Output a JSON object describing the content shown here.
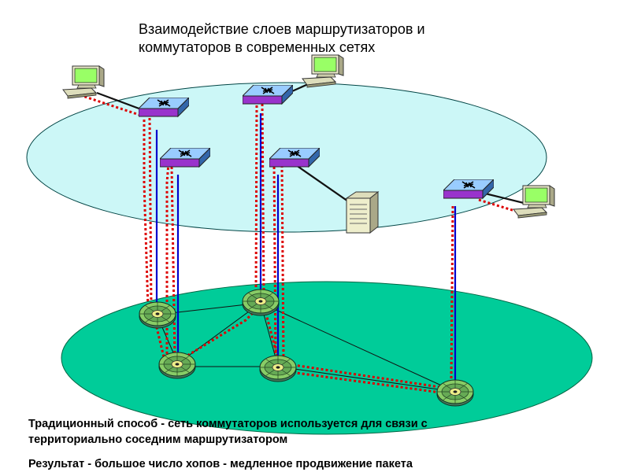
{
  "title_lines": [
    "Взаимодействие слоев маршрутизаторов и",
    "коммутаторов в современных сетях"
  ],
  "captions": {
    "traditional_lines": [
      "Традиционный способ - сеть коммутаторов используется для связи с",
      "территориально соседним маршрутизатором"
    ],
    "result": "Результат  - большое число хопов - медленное продвижение пакета"
  },
  "colors": {
    "router_plane": "#ccf7f7",
    "switch_plane": "#00cc99",
    "vertical_link": "#0000cc",
    "dotted_path": "#dd0000",
    "router_top": "#99ccff",
    "router_side": "#9933cc",
    "monitor": "#99ff66",
    "switch_disk": "#66aa55"
  },
  "icons": {
    "router": "router-icon",
    "workstation": "computer-icon",
    "server": "server-icon",
    "switch": "switch-disk-icon"
  }
}
